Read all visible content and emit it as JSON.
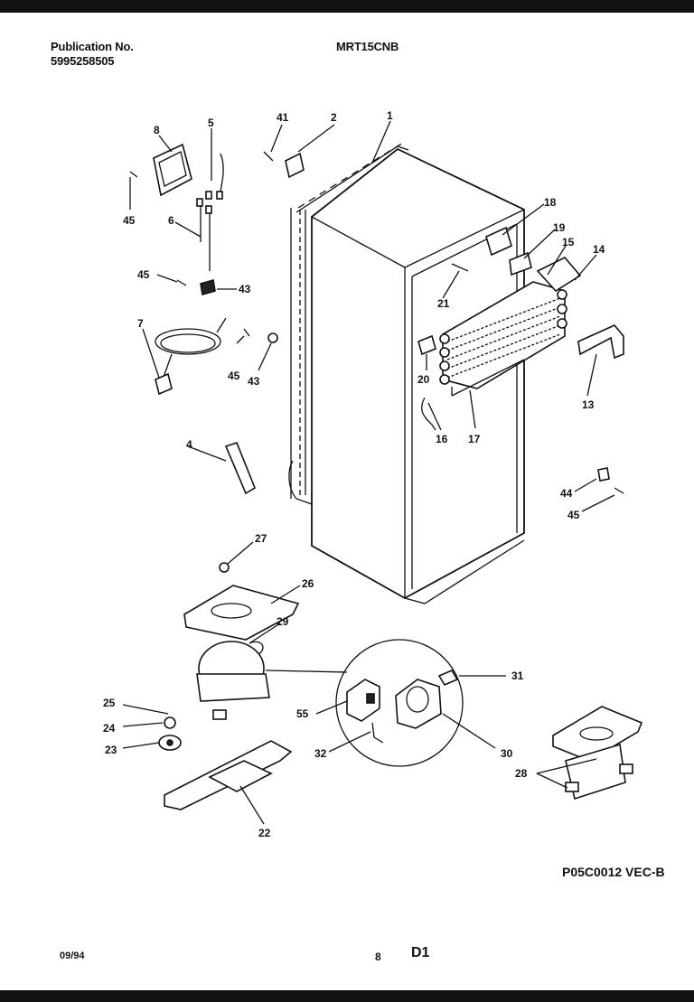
{
  "header": {
    "publication_label": "Publication No.",
    "publication_number": "5995258505",
    "model": "MRT15CNB"
  },
  "callouts": {
    "c1": "1",
    "c2": "2",
    "c4": "4",
    "c5": "5",
    "c6": "6",
    "c7": "7",
    "c8": "8",
    "c13": "13",
    "c14": "14",
    "c15": "15",
    "c16": "16",
    "c17": "17",
    "c18": "18",
    "c19": "19",
    "c20": "20",
    "c21": "21",
    "c22": "22",
    "c23": "23",
    "c24": "24",
    "c25": "25",
    "c26": "26",
    "c27": "27",
    "c28": "28",
    "c29": "29",
    "c30": "30",
    "c31": "31",
    "c32": "32",
    "c41": "41",
    "c43a": "43",
    "c43b": "43",
    "c44": "44",
    "c45a": "45",
    "c45b": "45",
    "c45c": "45",
    "c45d": "45",
    "c55": "55"
  },
  "reference_code": "P05C0012 VEC-B",
  "footer": {
    "date": "09/94",
    "page": "8",
    "section": "D1"
  }
}
